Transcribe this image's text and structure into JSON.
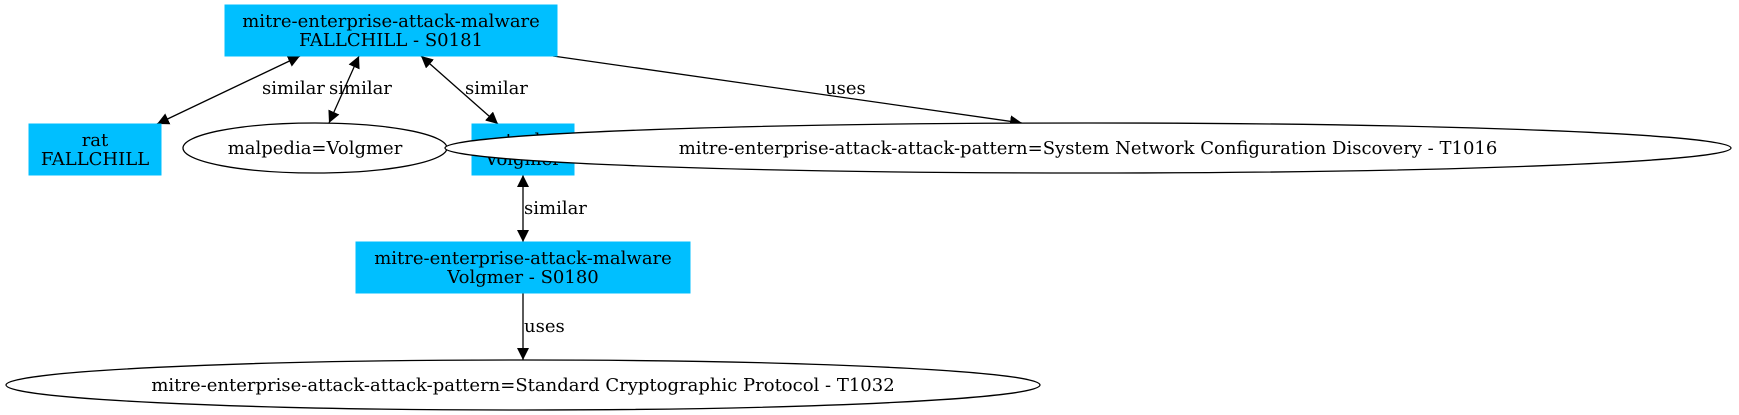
{
  "colors": {
    "box_fill": "#00bfff",
    "ellipse_fill": "#ffffff",
    "stroke": "#000000",
    "background": "#ffffff"
  },
  "nodes": [
    {
      "id": "fallchill_malware",
      "shape": "box",
      "lines": [
        "mitre-enterprise-attack-malware",
        "FALLCHILL - S0181"
      ]
    },
    {
      "id": "rat_fallchill",
      "shape": "box",
      "lines": [
        "rat",
        "FALLCHILL"
      ]
    },
    {
      "id": "malpedia_volgmer",
      "shape": "ellipse",
      "lines": [
        "malpedia=Volgmer"
      ]
    },
    {
      "id": "tool_volgmer",
      "shape": "box",
      "lines": [
        "tool",
        "Volgmer"
      ]
    },
    {
      "id": "t1016",
      "shape": "ellipse",
      "lines": [
        "mitre-enterprise-attack-attack-pattern=System Network Configuration Discovery - T1016"
      ]
    },
    {
      "id": "volgmer_malware",
      "shape": "box",
      "lines": [
        "mitre-enterprise-attack-malware",
        "Volgmer - S0180"
      ]
    },
    {
      "id": "t1032",
      "shape": "ellipse",
      "lines": [
        "mitre-enterprise-attack-attack-pattern=Standard Cryptographic Protocol - T1032"
      ]
    }
  ],
  "edges": [
    {
      "id": "e1",
      "from": "fallchill_malware",
      "to": "rat_fallchill",
      "label": "similar",
      "direction": "both"
    },
    {
      "id": "e2",
      "from": "fallchill_malware",
      "to": "malpedia_volgmer",
      "label": "similar",
      "direction": "both"
    },
    {
      "id": "e3",
      "from": "fallchill_malware",
      "to": "tool_volgmer",
      "label": "similar",
      "direction": "both"
    },
    {
      "id": "e4",
      "from": "fallchill_malware",
      "to": "t1016",
      "label": "uses",
      "direction": "forward"
    },
    {
      "id": "e5",
      "from": "tool_volgmer",
      "to": "volgmer_malware",
      "label": "similar",
      "direction": "both"
    },
    {
      "id": "e6",
      "from": "volgmer_malware",
      "to": "t1032",
      "label": "uses",
      "direction": "forward"
    }
  ]
}
